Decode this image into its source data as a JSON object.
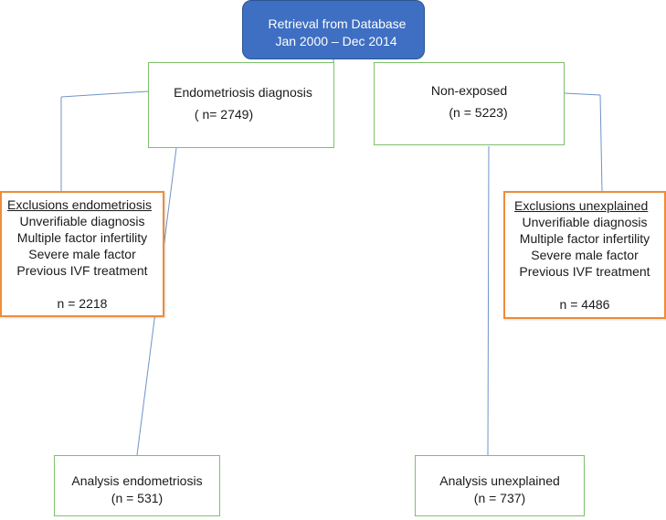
{
  "database": {
    "line1": "Retrieval from Database",
    "line2": "Jan 2000 – Dec 2014"
  },
  "endometriosis": {
    "title": "Endometriosis diagnosis",
    "count": "( n= 2749)"
  },
  "non_exposed": {
    "title": "Non-exposed",
    "count": "(n = 5223)"
  },
  "exclusions_endometriosis": {
    "header": "Exclusions endometriosis",
    "items": [
      "Unverifiable diagnosis",
      "Multiple factor infertility",
      "Severe male factor",
      "Previous IVF treatment"
    ],
    "count": "n = 2218"
  },
  "exclusions_unexplained": {
    "header": "Exclusions unexplained",
    "items": [
      "Unverifiable diagnosis",
      "Multiple factor infertility",
      "Severe male factor",
      "Previous IVF treatment"
    ],
    "count": "n = 4486"
  },
  "analysis_endometriosis": {
    "title": "Analysis endometriosis",
    "count": "(n = 531)"
  },
  "analysis_unexplained": {
    "title": "Analysis unexplained",
    "count": "(n = 737)"
  },
  "colors": {
    "database_fill": "#3f6fc2",
    "process_border": "#7dc06b",
    "exclusion_border": "#ef8c3a",
    "connector": "#6f93c8"
  }
}
